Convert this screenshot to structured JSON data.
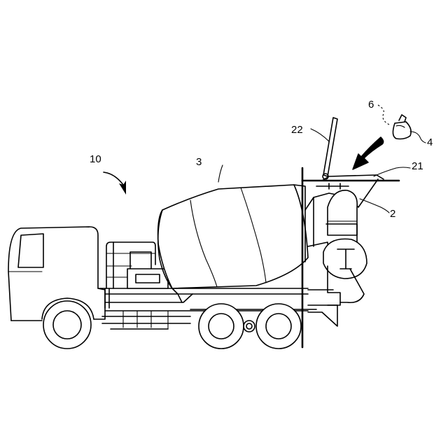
{
  "labels": {
    "truck": "10",
    "drum": "3",
    "hopper_lid": "22",
    "platform": "21",
    "hopper": "2",
    "bag": "4",
    "contents": "6"
  }
}
